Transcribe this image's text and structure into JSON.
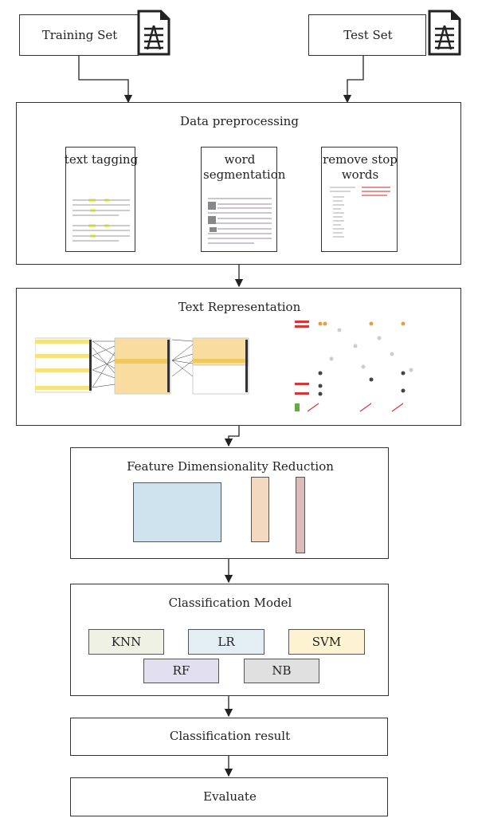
{
  "inputs": {
    "training": "Training Set",
    "test": "Test Set"
  },
  "preprocessing": {
    "title": "Data preprocessing",
    "steps": [
      "text tagging",
      "word segmentation",
      "remove stop words"
    ]
  },
  "representation": {
    "title": "Text Representation"
  },
  "reduction": {
    "title": "Feature Dimensionality Reduction",
    "colors": {
      "input": "#cfe3ee",
      "hidden": "#f3d9bf",
      "output": "#dcbcb8"
    }
  },
  "classification": {
    "title": "Classification Model",
    "models": [
      {
        "label": "KNN",
        "color": "#eef1e3"
      },
      {
        "label": "LR",
        "color": "#e3eef4"
      },
      {
        "label": "SVM",
        "color": "#fdf3d3"
      },
      {
        "label": "RF",
        "color": "#e2e0ee"
      },
      {
        "label": "NB",
        "color": "#e0e0e0"
      }
    ]
  },
  "result": {
    "title": "Classification result"
  },
  "evaluate": {
    "title": "Evaluate"
  }
}
